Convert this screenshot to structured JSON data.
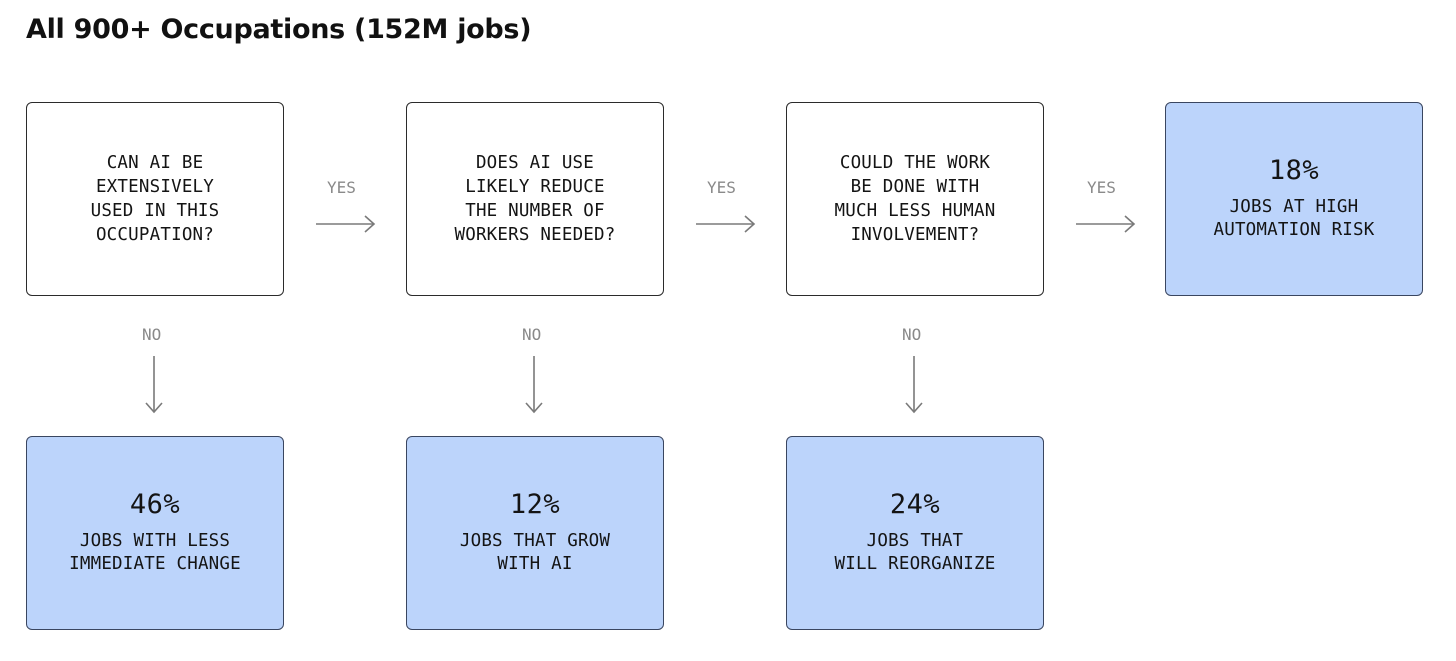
{
  "title": "All 900+ Occupations (152M jobs)",
  "questions": [
    {
      "text": "CAN AI BE\nEXTENSIVELY\nUSED IN THIS\nOCCUPATION?"
    },
    {
      "text": "DOES AI USE\nLIKELY REDUCE\nTHE NUMBER OF\nWORKERS NEEDED?"
    },
    {
      "text": "COULD THE WORK\nBE DONE WITH\nMUCH LESS HUMAN\nINVOLVEMENT?"
    }
  ],
  "outcomes": {
    "yes_final": {
      "percent": "18%",
      "label": "JOBS AT HIGH\nAUTOMATION RISK"
    },
    "no_results": [
      {
        "percent": "46%",
        "label": "JOBS WITH LESS\nIMMEDIATE CHANGE"
      },
      {
        "percent": "12%",
        "label": "JOBS THAT GROW\nWITH AI"
      },
      {
        "percent": "24%",
        "label": "JOBS THAT\nWILL REORGANIZE"
      }
    ]
  },
  "edge_labels": {
    "yes": "YES",
    "no": "NO"
  },
  "colors": {
    "result_fill": "#bcd4fb",
    "question_fill": "#ffffff",
    "arrow": "#7a7a7a"
  },
  "icons": {
    "right_arrow": "right-arrow-icon",
    "down_arrow": "down-arrow-icon"
  }
}
